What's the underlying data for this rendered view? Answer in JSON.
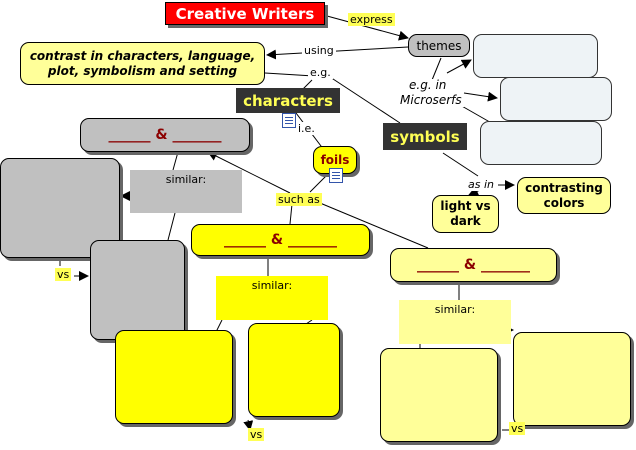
{
  "title": "Creative Writers",
  "links": {
    "express": "express",
    "using": "using",
    "eg1": "e.g.",
    "eg_in": "e.g. in",
    "microserfs": "Microserfs",
    "ie": "i.e.",
    "such_as": "such as",
    "as_in": "as in",
    "vs": "vs"
  },
  "nodes": {
    "themes": "themes",
    "contrast": "contrast in characters, language, plot, symbolism and setting",
    "characters": "characters",
    "symbols": "symbols",
    "foils": "foils",
    "light_vs_dark": "light vs dark",
    "contrasting_colors": "contrasting colors",
    "pair_blank": "______ & _______",
    "similar": "similar:"
  },
  "colors": {
    "title_bg": "#ff0000",
    "yellow": "#ffff00",
    "pale_yellow": "#ffff99",
    "gray": "#c0c0c0",
    "pale_blue": "#eef3f6",
    "dark_label": "#333333",
    "pair_text": "#8b0000"
  }
}
